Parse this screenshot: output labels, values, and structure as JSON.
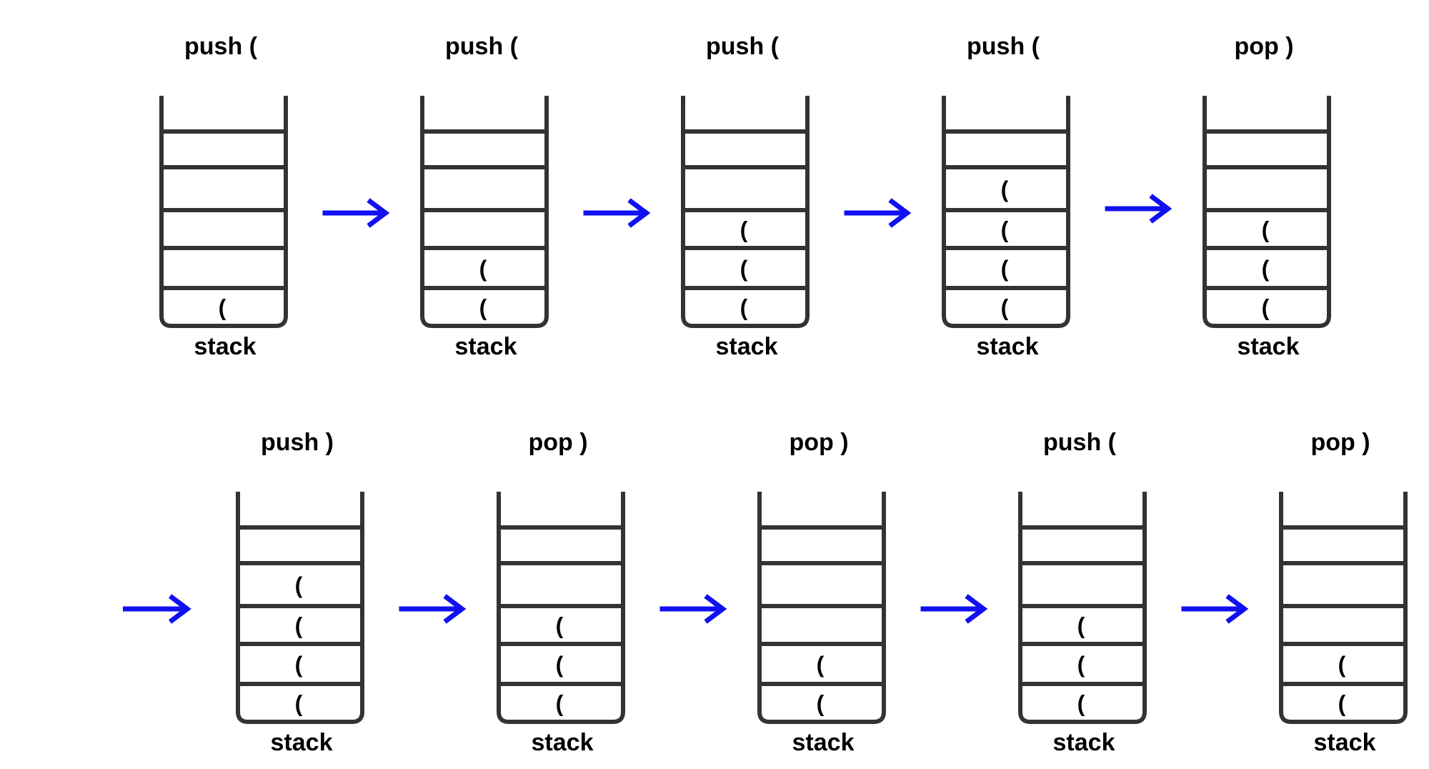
{
  "caption": "stack",
  "arrow_color": "#1010f0",
  "stack_color": "#333333",
  "capacity": 5,
  "steps": [
    {
      "op": "push (",
      "items": [
        "("
      ]
    },
    {
      "op": "push (",
      "items": [
        "(",
        "("
      ]
    },
    {
      "op": "push (",
      "items": [
        "(",
        "(",
        "("
      ]
    },
    {
      "op": "push (",
      "items": [
        "(",
        "(",
        "(",
        "("
      ]
    },
    {
      "op": "pop )",
      "items": [
        "(",
        "(",
        "("
      ]
    },
    {
      "op": "push )",
      "items": [
        "(",
        "(",
        "(",
        "("
      ]
    },
    {
      "op": "pop )",
      "items": [
        "(",
        "(",
        "("
      ]
    },
    {
      "op": "pop )",
      "items": [
        "(",
        "("
      ]
    },
    {
      "op": "push (",
      "items": [
        "(",
        "(",
        "("
      ]
    },
    {
      "op": "pop )",
      "items": [
        "(",
        "("
      ]
    }
  ]
}
